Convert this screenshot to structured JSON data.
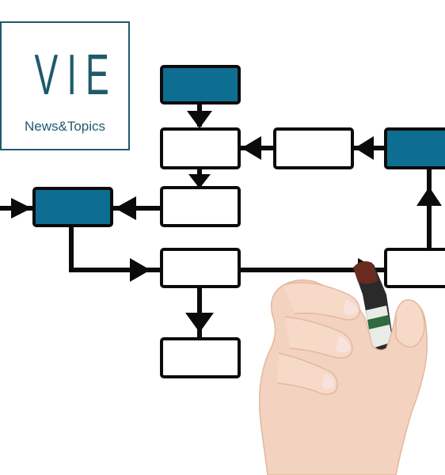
{
  "logo": {
    "mark": "VIE",
    "tagline": "News&Topics"
  },
  "colors": {
    "box_fill_accent": "#0e6e91",
    "box_fill_plain": "#ffffff",
    "stroke": "#0b0b0b",
    "logo": "#1f5a6b",
    "skin": "#f3d2bf",
    "marker_body": "#2a2a2a",
    "marker_cap": "#6b2a1f"
  },
  "diagram": {
    "nodes": [
      {
        "id": "top-blue",
        "style": "accent"
      },
      {
        "id": "second",
        "style": "plain"
      },
      {
        "id": "third",
        "style": "plain"
      },
      {
        "id": "left-blue",
        "style": "accent"
      },
      {
        "id": "center",
        "style": "plain"
      },
      {
        "id": "bottom",
        "style": "plain"
      },
      {
        "id": "mid-right",
        "style": "plain"
      },
      {
        "id": "right-blue",
        "style": "accent"
      },
      {
        "id": "right-lower",
        "style": "plain"
      }
    ]
  },
  "image": {
    "subject": "hand-holding-marker"
  }
}
